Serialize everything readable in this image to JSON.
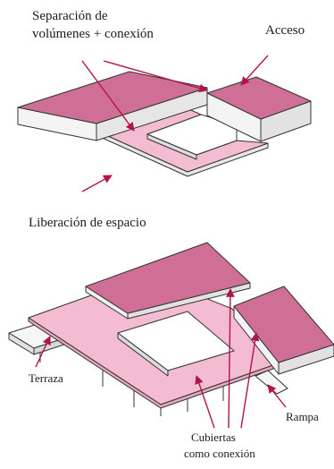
{
  "labels": {
    "top_title_line1": "Separación de",
    "top_title_line2": "volúmenes + conexión",
    "access": "Acceso",
    "middle_title": "Liberación de espacio",
    "terrace": "Terraza",
    "ramp": "Rampa",
    "roofs_line1": "Cubiertas",
    "roofs_line2": "como conexión"
  },
  "colors": {
    "pink_dark": "#cf6f95",
    "pink_light": "#f3bcd0",
    "arrow": "#b3124a",
    "line": "#333333"
  }
}
